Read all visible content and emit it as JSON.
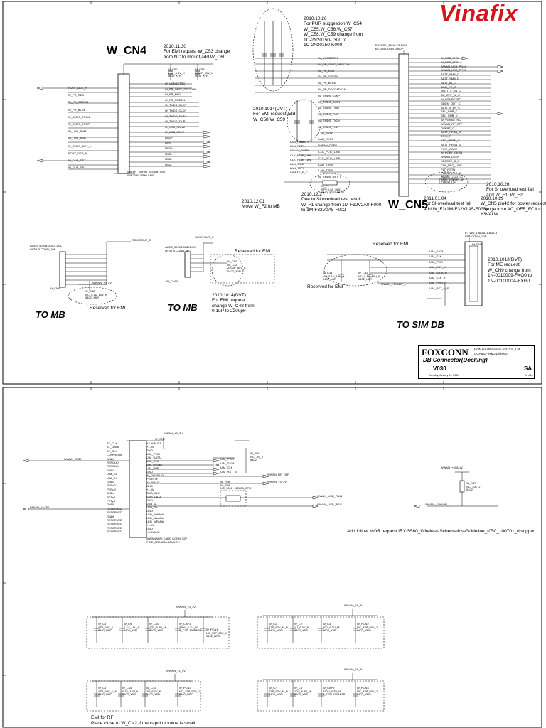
{
  "logo": {
    "text": "Vinafix"
  },
  "sheet1": {
    "w_cn4": {
      "title": "W_CN4",
      "note": "2010.11.30\nFor EMI request W_C53 change\nfrom NC to mount,add W_C60",
      "part": "WAFER_ 30PIN_ 0.5MM_SMT\nRRE2030-30M0-9A05",
      "left_nets": [
        "PORT_DET_P",
        "W_PR_RED",
        "W_PR_GREEN",
        "W_PR_BLUE",
        "W_TMDS_TXHN",
        "W_TMDS_TXHP",
        "W_USB_PNM",
        "W_USB_PNP",
        "W_TMDS_DET_1",
        "PORT_DET_N",
        "W_DUB_DET",
        "W_DUB_DN"
      ],
      "right_nets": [
        "W_VGNSETRC",
        "W_PR_OFFT_DECCUH",
        "W_PR_RED",
        "W_PR_GREEN",
        "W_TMDS_CLKP",
        "W_TMDS_CLKN",
        "W_TMDS_TXIN",
        "W_TMDS_TXIP",
        "W_USB_PDNM",
        "W_USB_PDNP",
        "NSD+",
        "NSD-",
        "NSD+",
        "NSD-",
        "NSD+",
        "NSD-"
      ],
      "cap_labels": [
        "W_C50\n0.1U_6.3V_K\n0603_X7R",
        "W_C53\n2200P_50V_K\n0603_X7R"
      ]
    },
    "middle": {
      "note1": "2010.10.26\nFor PUR suggestion W_C54\nW_C55,W_C56,W_C57,\nW_C58,W_C59 change from\n1C-2N20150-J300 to\n1C-2N20150-K000",
      "note2": "2010.1014(DVT)\nFor EMI request add\nW_C58,W_C59",
      "note3": "2010.12.01\nMove W_F2 to MB",
      "note4": "2010.12.27\nDue to SI overload test result\nW_F1 change from 1M-F32V2A0-F000\nto 1M-F32V0A5-F002",
      "fuse_label": "W_F1\nSFV-0.5A_0603\nSMD: 5232MR-4F",
      "left_nets": [
        "LAN_RXN0",
        "LAN_RXP0",
        "WWAN_DSEN",
        "CLK_PCIE_LAN",
        "CLK_PCIE_LAN",
        "LAN_TXN0",
        "LAN_TXP0",
        "BIDRTK_R_C"
      ]
    },
    "w_cn5": {
      "title": "W_CN5",
      "header": "ENTERY_10/16 P3-P820\nB TO B CONN_2x60P",
      "nets": [
        "W_VGNSETRC",
        "W_PR_OFFT_DECCUH",
        "W_PR_RED",
        "W_PR_GREEN",
        "W_PR_BLUE",
        "W_PR_DECCADATA",
        "W_TMDS_CLKP",
        "W_TMDS_CLKN",
        "W_TMDS_TXIN",
        "W_TMDS_TXIP",
        "W_TMDS_TX2N",
        "W_TMDS_TX2P",
        "LAN_RXN0",
        "LAN_RXP0",
        "WWAN_DSEN",
        "CLK_PCIE_LINE",
        "CLK_PCIE_LINE",
        "LAN_TXN0",
        "LAN_TXP0",
        "W_TMDS_DET_1"
      ],
      "right_nets": [
        "W_USB_PNS",
        "W_USB_PDS",
        "WWAN_USB_PN11",
        "WWAN_USB_PP11",
        "BATT_SMB_C",
        "BATT_SMB_D",
        "BATT_ID_C",
        "AGN_PC_C",
        "WATT_5_EN_C",
        "AC_OFF_W_C",
        "W_VGNSETRC",
        "SDDM_OUT_C",
        "BATT_5_EN_C",
        "SBL_SMB_C",
        "SBL_SMB_D",
        "W_VGNSETRC",
        "WWAN_RF_OFF",
        "OVERT_C",
        "BATT_PRSN_C",
        "ACIN_C",
        "KBD_PRSN_C",
        "BATT_PRSN_D",
        "PCIE_WAKE",
        "W_PORT_DETN",
        "WWAN_DSEN",
        "KBCBTC_B_C",
        "CLK_REQ_LINE",
        "PLT_RSTN",
        "+VALW_LOO_C",
        "WWAN_+3VALW",
        "+VALW_I_C"
      ],
      "note_right1": "2010.10.26\nFor SI overload test fail\nadd W_F1, W_F2",
      "note_right2": "2010.10.29\nW_CN5 pin42 for power request\nchange from AC_OFF_EC# to\n+3VALW",
      "note_bottom": "2011.01.04\nFor SI overload test fail\nadd W_F2(1M-F32V1A5-F003)",
      "fuse2_label": "W_F2\nSMD: 5232MR-4F"
    },
    "to_mb_1": {
      "header": "ACES_50208-01001-001\nW TO B CONN_10P",
      "cn_label": "W_CN8",
      "net": "SCIKITOUT_C",
      "cap": "W_C48\nNC_0.1U_10V_K\n0402_X5R",
      "rail": "WWAN_+3_3V",
      "note": "Reserved for EMI",
      "label": "TO MB"
    },
    "to_mb_2": {
      "header": "ACES_50208-00801-001\nW TO B CONN_8P",
      "cn_label": "W_CN10",
      "net": "SCIKITOUT_C",
      "cap": "W_C60\nW_C32\n2200P_50V_K\n0402_X7R",
      "note_emi": "Reserved for EMI",
      "note": "2010.1014(DVT)\nFor EMI request\nchange W_C48 from\n0.1uP to 2200pF",
      "label": "TO MB"
    },
    "to_sim": {
      "header": "P-TWO_196081-10821-3\nFPC CONN_10P",
      "cn_label": "W_CN9",
      "nets": [
        "UIM_DATA",
        "UIM_CLK",
        "UIM_PWR",
        "UIM_RST_N",
        "UIM_DATA_R",
        "UIM_CLK_R",
        "UIM_PWR_R",
        "UIM_RST_N_R"
      ],
      "rail": "WWAN_+3VALW_L",
      "note_emi1": "Reserved for EMI",
      "note_emi2": "Reserved for EMI",
      "cap": "W_C31\nNC_0.1U_10V_K\n0402_X5R",
      "cap2": "W_C32\nNC_0.1U_10V_K\n0402_X5R",
      "note": "2010.1013(DVT)\nFor ME request\nW_CN9 change from\n1N-0010009-FXG0 to\n1N-0010000A-FXG0",
      "label": "TO SIM DB"
    },
    "title_block": {
      "foxconn": "FOXCONN",
      "company": "HON HAI Precision Ind. Co., Ltd.",
      "division": "CCPBG - R&D Division",
      "title": "DB Connector(Docking)",
      "model": "V030",
      "rev": "SA",
      "date": "Tuesday, January 04, 2011",
      "sheet": "1 of 10"
    }
  },
  "sheet2": {
    "cn2": {
      "label": "W_CN2",
      "rail_top": "WWAN_+3_3V",
      "left_pins": [
        "BT_CLK",
        "BT_DATA",
        "BT_CLK",
        "CLKPREQ#",
        "GND1",
        "REFCLK+",
        "REFCLK-",
        "GND2",
        "UIM_C8",
        "UIM_C4",
        "GND3",
        "PERn0",
        "PERp0",
        "GND4",
        "PETn0",
        "PETp0",
        "GND5",
        "RESERVED",
        "RESERVED",
        "GND6",
        "RESERVED",
        "RESERVED",
        "RESERVED",
        "RESERVED"
      ],
      "right_pins": [
        "+3.3VAUX1",
        "+1.5V",
        "GND",
        "UIM_PWR",
        "UIM_DATA",
        "UIM_CLK",
        "UIM_RESET",
        "UIM_VPP",
        "GND",
        "W_DISABLE#",
        "PERST#",
        "+3.3VAUX",
        "GND",
        "+1.5V",
        "SMB_CLK",
        "SMB_DATA",
        "GND",
        "USB_D-",
        "USB_D+",
        "GND",
        "LED_WWAN#",
        "LED_WLAN#",
        "LED_WPAN#",
        "+1.5V",
        "GND",
        "+3.3VAUX"
      ],
      "part": "WWAN MINI CARD CONN_52P\nPCIE_ABD6200-52M0-7H",
      "left_net": "WWAN_DSEN",
      "left_net2": "WWAN_+3_3V",
      "right_nets": [
        "UIM_PWR",
        "UIM_DATA",
        "UIM_CLK",
        "UIM_RST_N"
      ],
      "rf_off": "WWAN_RF_OFF",
      "rail": "WWAN_+3_3V",
      "usb_nets": [
        "WWAN_USB_PN11",
        "WWAN_USB_PP11"
      ],
      "fuse": "W_R26\nW_R28\nNC_1206~12060A_2P0N",
      "resistor": "W_R29\nNC_1M_J\n0402",
      "note": "Add follow MOR request IRX-5580_Wireless-Schematics-Guideline_r050_100701_dist.pptx"
    },
    "right_block": {
      "rail": "WWAN_+3VALW",
      "resistor": "W_R37\nNC_10K_J\n0402",
      "net": "WWAN_+3VALW_L"
    },
    "caps_top_left": {
      "rail": "WWAN_+3_3V",
      "caps": [
        "W_C8\n47P_50V_J\n0402_NPO",
        "W_C9\n0.1U_16V_K\n0402_X5R",
        "W_C10\n10U_6.3V_M\n0603_X5R",
        "W_CAP1\n330U_6.3V_M\nB_CTP-330BN3B"
      ],
      "extra": "W_PCN1\nNC_33P_50V_J\n0402_NPO"
    },
    "caps_top_right": {
      "rail": "WWAN_+1_5V",
      "caps": [
        "W_C1\n47P_50V_N_N\n0402_NPO",
        "W_C2\n1U_6.3V_K\n0402_X5R",
        "W_C3\n10U_6.3V_M\n0603_X5R",
        "W_PCN2\nNC_33P_50V_J\n0402_NPO"
      ]
    },
    "caps_bottom_left": {
      "rail": "WWAN_+1_5V",
      "caps": [
        "W_C4\n47P_50V_K_N\n0402_NPO",
        "W_C15\n0.1U_16V_K\n0402_X5R",
        "W_C11\n1U_6.3V_K\n0402_X5R",
        "W_PCN3\nNC_33P_50V_J\n0402_NPO"
      ]
    },
    "caps_bottom_right": {
      "rail": "WWAN_+1_5V",
      "caps": [
        "W_C7\n47P_50V_N_N\n0402_NPO",
        "W_C6\n10U_6.3V_M\n0603_X5R",
        "W_CAP2\n330U_6.3V_M\nB_CTP-330BN3B",
        "W_PCN4\nNC_33P_50V_J\n0402_NPO"
      ]
    },
    "footnote": "EMI for RF\nPlace close to W_CN2,if the capcitor value is small"
  }
}
